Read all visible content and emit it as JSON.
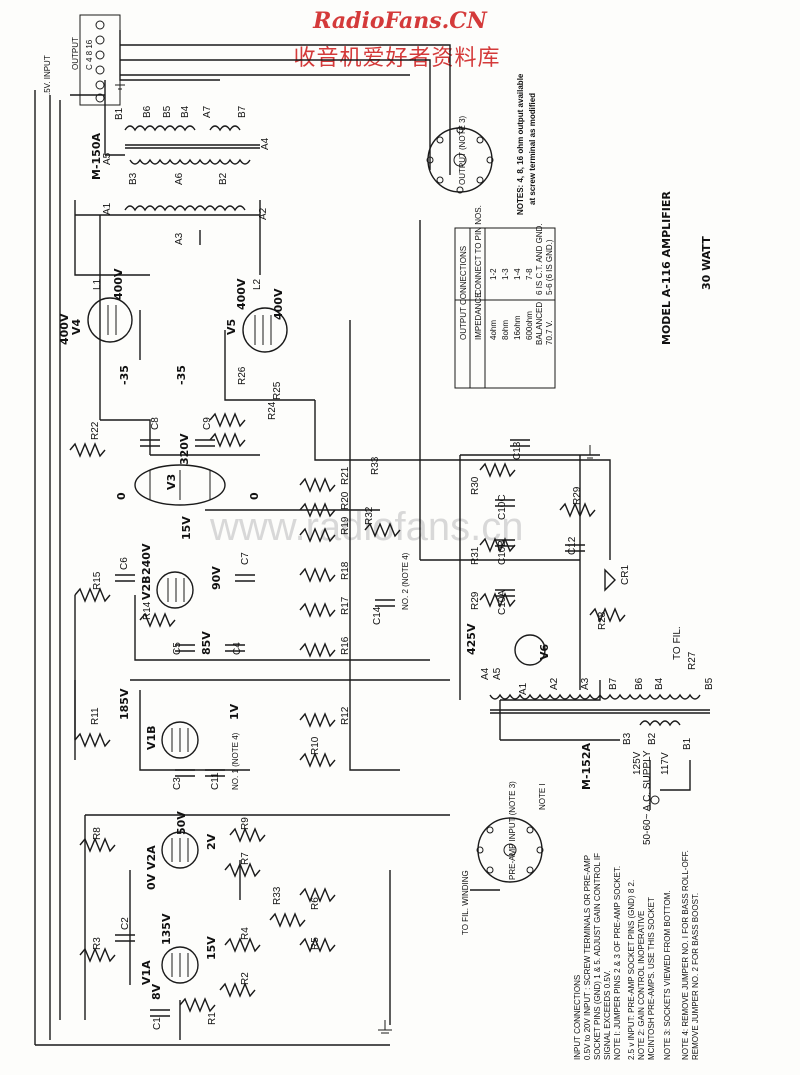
{
  "site": {
    "title": "RadioFans.CN",
    "subtitle": "收音机爱好者资料库",
    "watermark": "www.radiofans.cn"
  },
  "heading": {
    "model": "MODEL   A-116   AMPLIFIER",
    "power": "30  WATT"
  },
  "top_note": {
    "line1": "NOTES: 4, 8,  16 ohm output available",
    "line2": "at  screw  terminal as modified"
  },
  "output_terminal": {
    "label1": ".5V. INPUT",
    "label2": "OUTPUT",
    "taps": "C  4  8  16"
  },
  "output_table": {
    "title": "OUTPUT CONNECTIONS",
    "headers": [
      "IMPEDANCE",
      "CONNECT TO PIN NOS."
    ],
    "rows": [
      [
        "4ohm",
        "1-2"
      ],
      [
        "8ohm",
        "1-3"
      ],
      [
        "16ohm",
        "1-4"
      ],
      [
        "600ohm",
        "7-8"
      ],
      [
        "BALANCED",
        "6 IS C.T. AND GND."
      ],
      [
        "70.7 V.",
        "5-6 (6 IS GND.)"
      ]
    ]
  },
  "transformers": {
    "output": "M-150A",
    "power": "M-152A"
  },
  "sockets": {
    "output": "OUTPUT (NOTE 3)",
    "preamp": "PRE-AMP INPUT (NOTE 3)",
    "preamp_winding": "TO FIL. WINDING",
    "note1": "NOTE I"
  },
  "tubes": [
    "V1A",
    "V1B",
    "V2A",
    "V2B",
    "V3",
    "V4",
    "V5",
    "V6"
  ],
  "resistors": [
    "R1",
    "R2",
    "R3",
    "R4",
    "R5",
    "R6",
    "R7",
    "R8",
    "R9",
    "R10",
    "R11",
    "R12",
    "R14",
    "R15",
    "R16",
    "R17",
    "R18",
    "R19",
    "R20",
    "R21",
    "R22",
    "R23",
    "R24",
    "R25",
    "R26",
    "R27",
    "R28",
    "R29",
    "R30",
    "R31",
    "R32",
    "R33"
  ],
  "capacitors": [
    "C1",
    "C2",
    "C3",
    "C4",
    "C5",
    "C6",
    "C7",
    "C8",
    "C9",
    "C10A",
    "C10B",
    "C10C",
    "C11",
    "C12",
    "C13",
    "C14"
  ],
  "voltages": {
    "v4_plate": "400V",
    "v4_screen": "400V",
    "v5_plate": "400V",
    "v5_screen": "400V",
    "v4_grid": "-35",
    "v5_grid": "-35",
    "v3_plate": "320V",
    "v3_cath": "0",
    "v3_bias": "15V",
    "v2b": "240V",
    "v2b_2": "90V",
    "v2b_3": "85V",
    "v1b": "185V",
    "v1b_2": "1V",
    "v2a": "50V",
    "v2a_2": "2V",
    "v2a_3": "0V",
    "v1a": "135V",
    "v1a_2": "15V",
    "v1a_3": "8V",
    "rect": "425V"
  },
  "pins": {
    "a1": "A1",
    "a2": "A2",
    "a3": "A3",
    "a4": "A4",
    "a5": "A5",
    "a6": "A6",
    "a7": "A7",
    "b1": "B1",
    "b2": "B2",
    "b3": "B3",
    "b4": "B4",
    "b5": "B5",
    "b6": "B6",
    "b7": "B7",
    "l1": "L1",
    "l2": "L2",
    "cr1": "CR1"
  },
  "jumper_labels": {
    "no1": "NO. 1 (NOTE 4)",
    "no2": "NO. 2 (NOTE 4)"
  },
  "power": {
    "v125": "125V",
    "v117": "117V",
    "supply": "50-60~ A.C. SUPPLY",
    "fil": "TO FIL."
  },
  "bottom_notes": [
    "INPUT  CONNECTIONS",
    "0.5V   to 20V INPUT : SCREW TERMINALS OR PRE-AMP",
    "SOCKET PINS (GND) 1 & 5. ADJUST GAIN CONTROL IF",
    "SIGNAL  EXCEEDS  0.5V.",
    "NOTE I: JUMPER PINS 2 & 3 OF PRE-AMP SOCKET.",
    "2.5 v INPUT: PRE-AMP SOCKET PINS (GND) 8  2.",
    "NOTE  2:  GAIN CONTROL INOPERATIVE",
    "MCINTOSH  PRE-AMPS. USE THIS SOCKET",
    "NOTE  3:  SOCKETS  VIEWED  FROM  BOTTOM.",
    "NOTE 4:  REMOVE  JUMPER NO. I FOR BASS ROLL-OFF.",
    "REMOVE  JUMPER  NO. 2 FOR BASS  BOOST."
  ]
}
